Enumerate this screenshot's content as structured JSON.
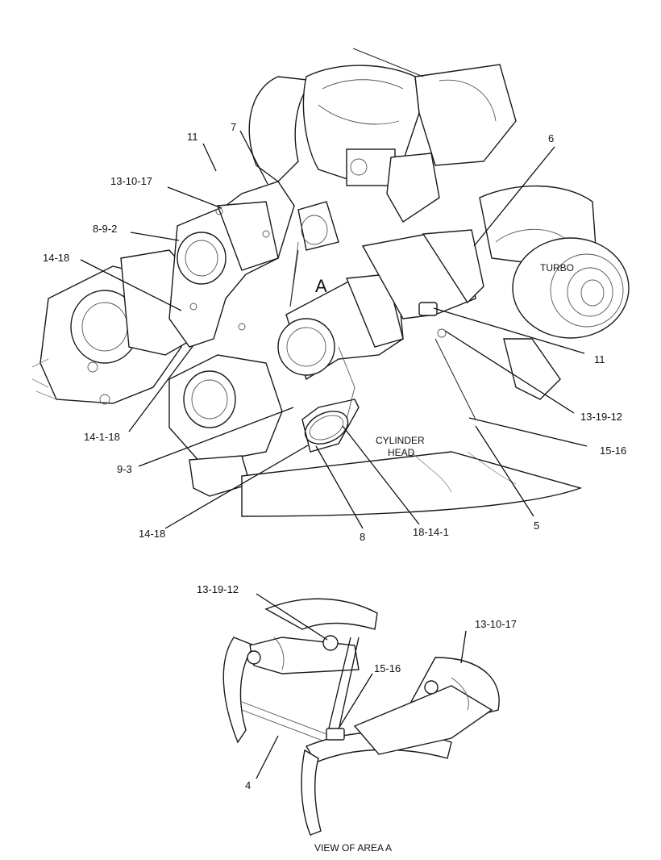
{
  "labels": {
    "area_marker": "A",
    "turbo": "TURBO",
    "cylinder_head_line1": "CYLINDER",
    "cylinder_head_line2": "HEAD",
    "caption": "VIEW OF AREA A"
  },
  "callouts": {
    "c11_top": "11",
    "c7": "7",
    "c6": "6",
    "c13_10_17_top": "13-10-17",
    "c8_9_2": "8-9-2",
    "c14_18_top": "14-18",
    "c11_right": "11",
    "c13_19_12_right": "13-19-12",
    "c15_16_right": "15-16",
    "c14_1_18": "14-1-18",
    "c9_3": "9-3",
    "c14_18_bottom": "14-18",
    "c8": "8",
    "c18_14_1": "18-14-1",
    "c5": "5",
    "c13_19_12_view": "13-19-12",
    "c13_10_17_view": "13-10-17",
    "c15_16_view": "15-16",
    "c4": "4"
  }
}
